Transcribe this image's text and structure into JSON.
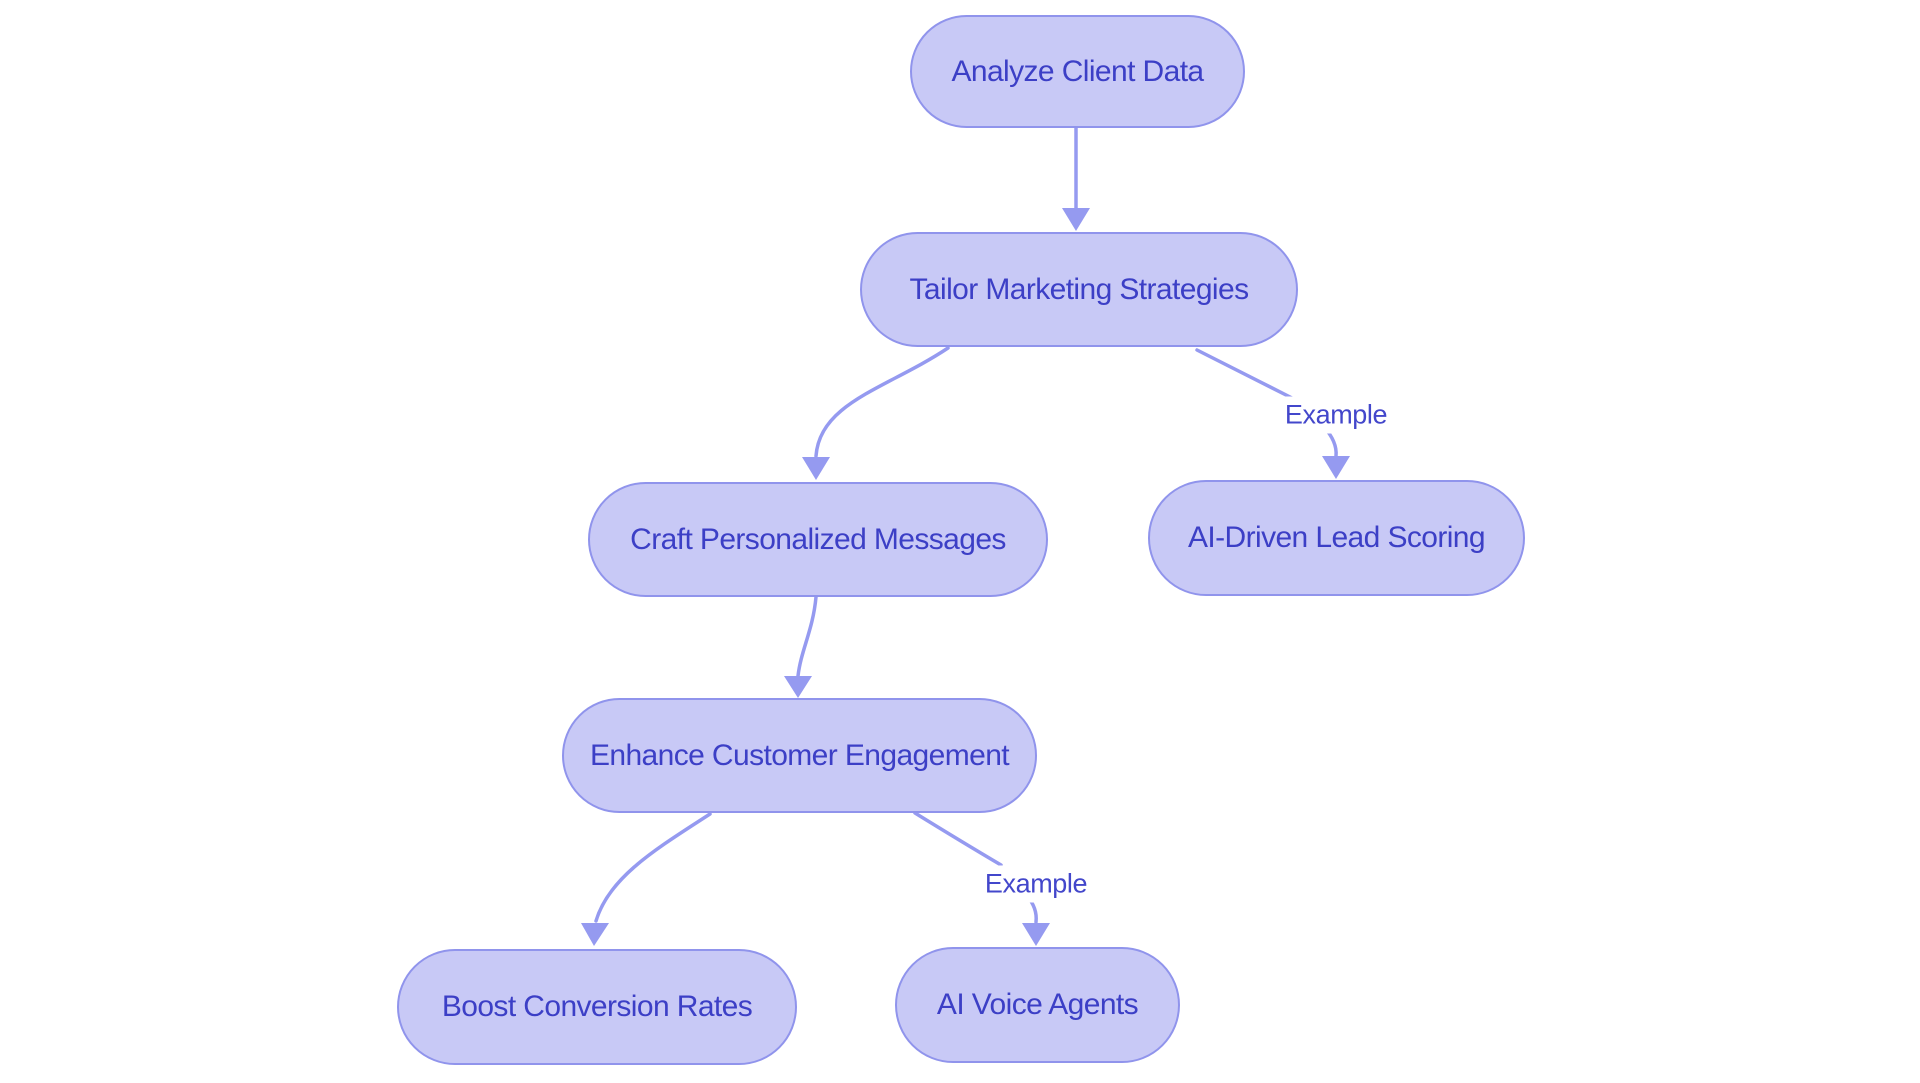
{
  "diagram": {
    "type": "flowchart",
    "direction": "top-down",
    "nodes": [
      {
        "id": "analyze",
        "label": "Analyze Client Data"
      },
      {
        "id": "tailor",
        "label": "Tailor Marketing Strategies"
      },
      {
        "id": "craft",
        "label": "Craft Personalized Messages"
      },
      {
        "id": "lead_scoring",
        "label": "AI-Driven Lead Scoring"
      },
      {
        "id": "enhance",
        "label": "Enhance Customer Engagement"
      },
      {
        "id": "boost",
        "label": "Boost Conversion Rates"
      },
      {
        "id": "voice",
        "label": "AI Voice Agents"
      }
    ],
    "edges": [
      {
        "from": "analyze",
        "to": "tailor",
        "label": ""
      },
      {
        "from": "tailor",
        "to": "craft",
        "label": ""
      },
      {
        "from": "tailor",
        "to": "lead_scoring",
        "label": "Example"
      },
      {
        "from": "craft",
        "to": "enhance",
        "label": ""
      },
      {
        "from": "enhance",
        "to": "boost",
        "label": ""
      },
      {
        "from": "enhance",
        "to": "voice",
        "label": "Example"
      }
    ],
    "colors": {
      "background": "#ffffff",
      "node_fill": "#c8c9f6",
      "node_border": "#9094ec",
      "node_text": "#3c3fc6",
      "edge_color": "#959af0",
      "label_text": "#4347cb"
    }
  }
}
